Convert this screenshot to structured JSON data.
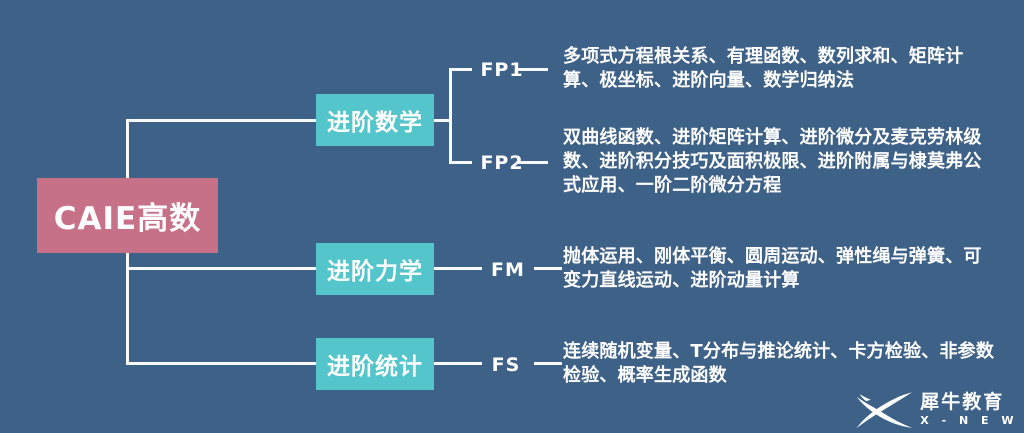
{
  "colors": {
    "background": "#3e6187",
    "root_box": "#c77189",
    "branch_box": "#54c6cb",
    "line": "#f7f9fa",
    "text": "#ffffff"
  },
  "root": {
    "label": "CAIE高数"
  },
  "branches": [
    {
      "label": "进阶数学",
      "modules": [
        {
          "code": "FP1",
          "desc": "多项式方程根关系、有理函数、数列求和、矩阵计算、极坐标、进阶向量、数学归纳法"
        },
        {
          "code": "FP2",
          "desc": "双曲线函数、进阶矩阵计算、进阶微分及麦克劳林级数、进阶积分技巧及面积极限、进阶附属与棣莫弗公式应用、一阶二阶微分方程"
        }
      ]
    },
    {
      "label": "进阶力学",
      "modules": [
        {
          "code": "FM",
          "desc": "抛体运用、刚体平衡、圆周运动、弹性绳与弹簧、可变力直线运动、进阶动量计算"
        }
      ]
    },
    {
      "label": "进阶统计",
      "modules": [
        {
          "code": "FS",
          "desc": "连续随机变量、T分布与推论统计、卡方检验、非参数检验、概率生成函数"
        }
      ]
    }
  ],
  "logo": {
    "brand_cn": "犀牛教育",
    "brand_en": "X - N E W"
  }
}
